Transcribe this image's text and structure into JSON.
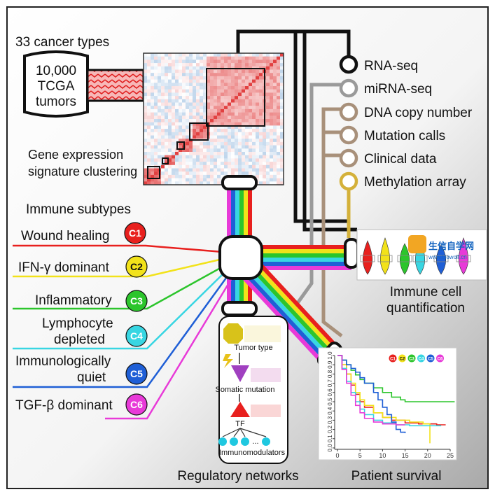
{
  "cohort": {
    "cancer_types": "33 cancer types",
    "tumors_line1": "10,000",
    "tumors_line2": "TCGA",
    "tumors_line3": "tumors"
  },
  "heatmap": {
    "caption_line1": "Gene expression",
    "caption_line2": "signature clustering"
  },
  "data_types": [
    {
      "label": "RNA-seq",
      "color": "#111111"
    },
    {
      "label": "miRNA-seq",
      "color": "#9a9a9a"
    },
    {
      "label": "DNA copy number",
      "color": "#a8907a"
    },
    {
      "label": "Mutation calls",
      "color": "#a8907a"
    },
    {
      "label": "Clinical data",
      "color": "#a8907a"
    },
    {
      "label": "Methylation array",
      "color": "#d4b13a"
    }
  ],
  "subtypes": {
    "heading": "Immune subtypes",
    "items": [
      {
        "name": "Wound healing",
        "code": "C1",
        "color": "#e8201e"
      },
      {
        "name": "IFN-γ dominant",
        "code": "C2",
        "color": "#f2e21a"
      },
      {
        "name": "Inflammatory",
        "code": "C3",
        "color": "#2cc52c"
      },
      {
        "name_line1": "Lymphocyte",
        "name_line2": "depleted",
        "code": "C4",
        "color": "#38d6e2"
      },
      {
        "name_line1": "Immunologically",
        "name_line2": "quiet",
        "code": "C5",
        "color": "#1f5fd6"
      },
      {
        "name": "TGF-β dominant",
        "code": "C6",
        "color": "#e83ad8"
      }
    ]
  },
  "immune_cells": {
    "caption_line1": "Immune cell",
    "caption_line2": "quantification"
  },
  "watermark": {
    "text": "生信自学网",
    "url": "www.biowolf.cn"
  },
  "regulatory": {
    "caption": "Regulatory networks",
    "tumor_type": "Tumor type",
    "somatic_mutation": "Somatic mutation",
    "tf": "TF",
    "ellipsis": "...",
    "immunomodulators": "Immunomodulators"
  },
  "survival": {
    "caption": "Patient survival",
    "chart_data": {
      "type": "line",
      "xlim": [
        0,
        25
      ],
      "ylim": [
        0,
        1
      ],
      "x_ticks": [
        "0",
        "5",
        "10",
        "15",
        "20",
        "25"
      ],
      "y_ticks": [
        "0.0",
        "0.1",
        "0.2",
        "0.3",
        "0.4",
        "0.5",
        "0.6",
        "0.7",
        "0.8",
        "0.9",
        "1.0"
      ],
      "legend": [
        "C1",
        "C2",
        "C3",
        "C4",
        "C5",
        "C6"
      ],
      "series": [
        {
          "name": "C1",
          "color": "#e8201e",
          "points": [
            [
              0,
              1
            ],
            [
              1,
              0.9
            ],
            [
              2,
              0.8
            ],
            [
              3,
              0.68
            ],
            [
              4,
              0.58
            ],
            [
              5,
              0.5
            ],
            [
              6,
              0.44
            ],
            [
              8,
              0.38
            ],
            [
              10,
              0.33
            ],
            [
              12,
              0.3
            ],
            [
              15,
              0.27
            ],
            [
              18,
              0.26
            ],
            [
              22,
              0.25
            ],
            [
              24,
              0.25
            ]
          ]
        },
        {
          "name": "C2",
          "color": "#f2e21a",
          "points": [
            [
              0,
              1
            ],
            [
              1,
              0.9
            ],
            [
              2,
              0.8
            ],
            [
              3,
              0.7
            ],
            [
              4,
              0.6
            ],
            [
              5,
              0.52
            ],
            [
              6,
              0.46
            ],
            [
              8,
              0.38
            ],
            [
              10,
              0.33
            ],
            [
              13,
              0.3
            ],
            [
              16,
              0.28
            ],
            [
              19,
              0.26
            ],
            [
              20,
              0.26
            ],
            [
              20.5,
              0.05
            ]
          ]
        },
        {
          "name": "C3",
          "color": "#2cc52c",
          "points": [
            [
              0,
              1
            ],
            [
              1,
              0.95
            ],
            [
              2,
              0.9
            ],
            [
              3,
              0.84
            ],
            [
              4,
              0.79
            ],
            [
              5,
              0.74
            ],
            [
              6,
              0.7
            ],
            [
              8,
              0.65
            ],
            [
              10,
              0.6
            ],
            [
              12,
              0.55
            ],
            [
              14,
              0.52
            ],
            [
              15,
              0.5
            ],
            [
              18,
              0.5
            ],
            [
              22,
              0.5
            ],
            [
              26,
              0.5
            ]
          ]
        },
        {
          "name": "C4",
          "color": "#38d6e2",
          "points": [
            [
              0,
              1
            ],
            [
              1,
              0.86
            ],
            [
              2,
              0.72
            ],
            [
              3,
              0.6
            ],
            [
              4,
              0.5
            ],
            [
              5,
              0.42
            ],
            [
              6,
              0.36
            ],
            [
              8,
              0.3
            ],
            [
              10,
              0.27
            ],
            [
              13,
              0.25
            ],
            [
              16,
              0.24
            ],
            [
              19,
              0.24
            ],
            [
              23,
              0.24
            ]
          ]
        },
        {
          "name": "C5",
          "color": "#1f5fd6",
          "points": [
            [
              0,
              1
            ],
            [
              1,
              0.95
            ],
            [
              2,
              0.9
            ],
            [
              3,
              0.86
            ],
            [
              4,
              0.82
            ],
            [
              5,
              0.76
            ],
            [
              6,
              0.7
            ],
            [
              8,
              0.6
            ],
            [
              9,
              0.52
            ],
            [
              10,
              0.44
            ],
            [
              11,
              0.36
            ],
            [
              12,
              0.28
            ],
            [
              13,
              0.2
            ],
            [
              14,
              0.17
            ],
            [
              15,
              0.16
            ]
          ]
        },
        {
          "name": "C6",
          "color": "#e83ad8",
          "points": [
            [
              0,
              1
            ],
            [
              1,
              0.85
            ],
            [
              2,
              0.7
            ],
            [
              3,
              0.57
            ],
            [
              4,
              0.46
            ],
            [
              5,
              0.38
            ],
            [
              6,
              0.32
            ],
            [
              8,
              0.28
            ],
            [
              10,
              0.26
            ],
            [
              13,
              0.25
            ],
            [
              15,
              0.25
            ]
          ]
        }
      ]
    }
  }
}
